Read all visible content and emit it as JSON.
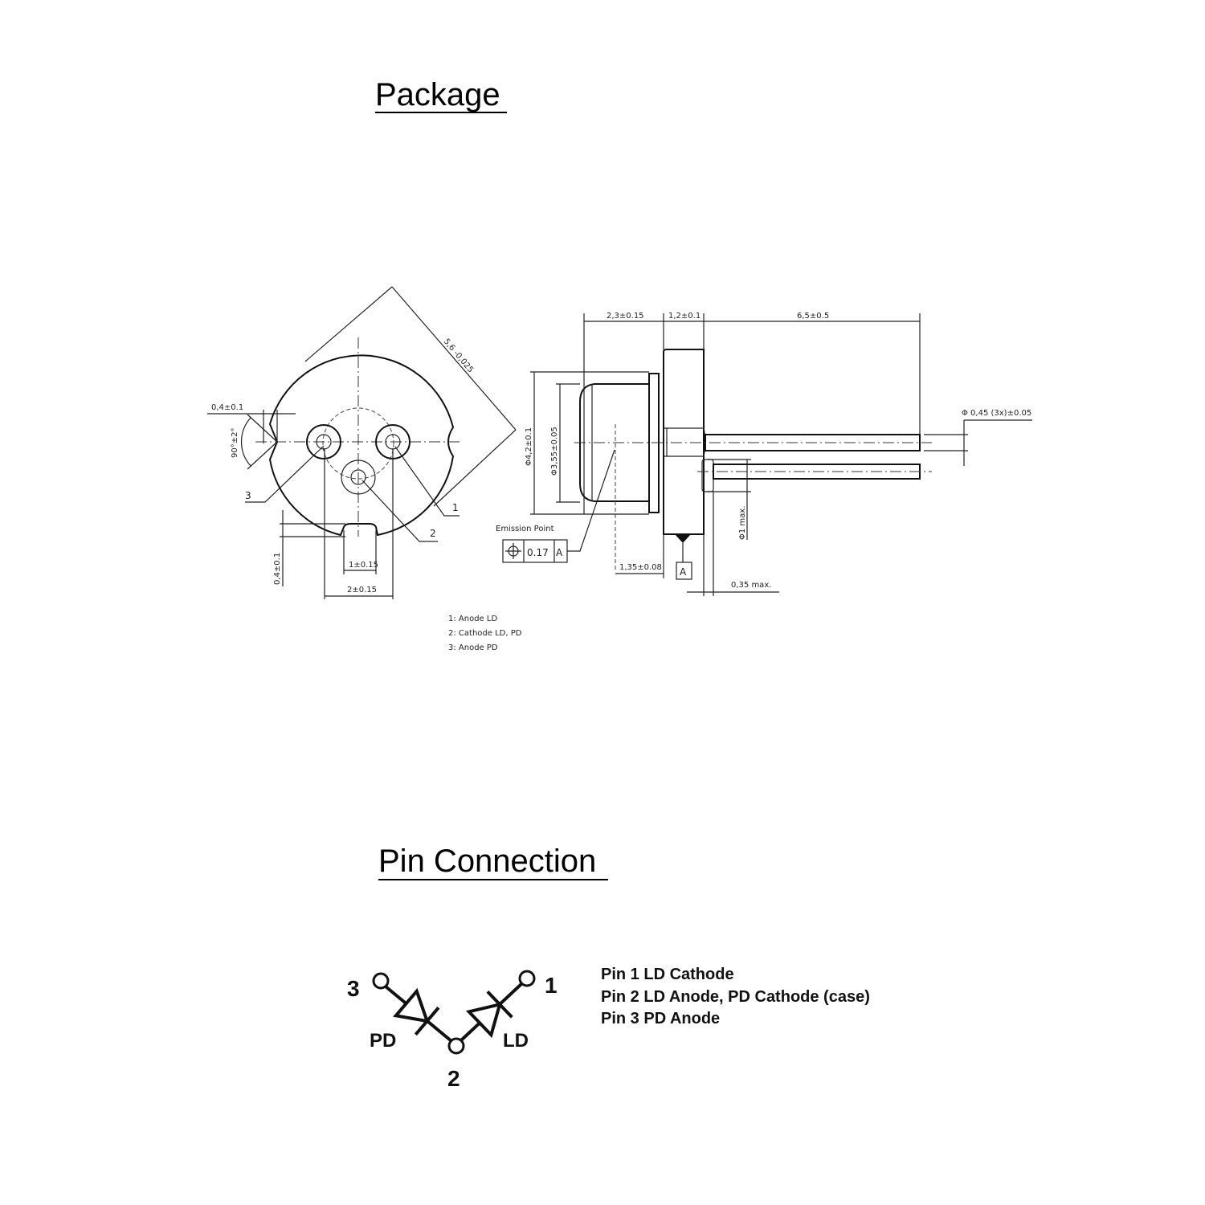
{
  "package": {
    "title": "Package",
    "front_view": {
      "diagonal_dim": "5,6 -0,025",
      "notch_depth": "0,4±0.1",
      "notch_angle": "90°±2°",
      "slot_depth": "0,4±0.1",
      "slot_width": "1±0.15",
      "pin_spacing": "2±0.15",
      "pin_labels": [
        "1",
        "2",
        "3"
      ]
    },
    "side_view": {
      "cap_length": "2,3±0.15",
      "flange_thickness": "1,2±0.1",
      "lead_length": "6,5±0.5",
      "cap_outer_dia": "Φ4,2±0.1",
      "window_dia": "Φ3,55±0.05",
      "lead_dia": "Φ 0,45 (3x)±0.05",
      "emission_label": "Emission Point",
      "tolerance_value": "0.17",
      "datum": "A",
      "emission_depth": "1,35±0.08",
      "collar_dia": "Φ1 max.",
      "collar_len": "0,35 max."
    },
    "legend": [
      "1: Anode LD",
      "2: Cathode LD, PD",
      "3: Anode PD"
    ]
  },
  "pin_connection": {
    "title": "Pin Connection",
    "pins": {
      "p1": "1",
      "p2": "2",
      "p3": "3"
    },
    "diode_pd": "PD",
    "diode_ld": "LD",
    "descriptions": [
      "Pin 1 LD Cathode",
      "Pin 2 LD Anode, PD Cathode (case)",
      "Pin 3 PD Anode"
    ]
  }
}
